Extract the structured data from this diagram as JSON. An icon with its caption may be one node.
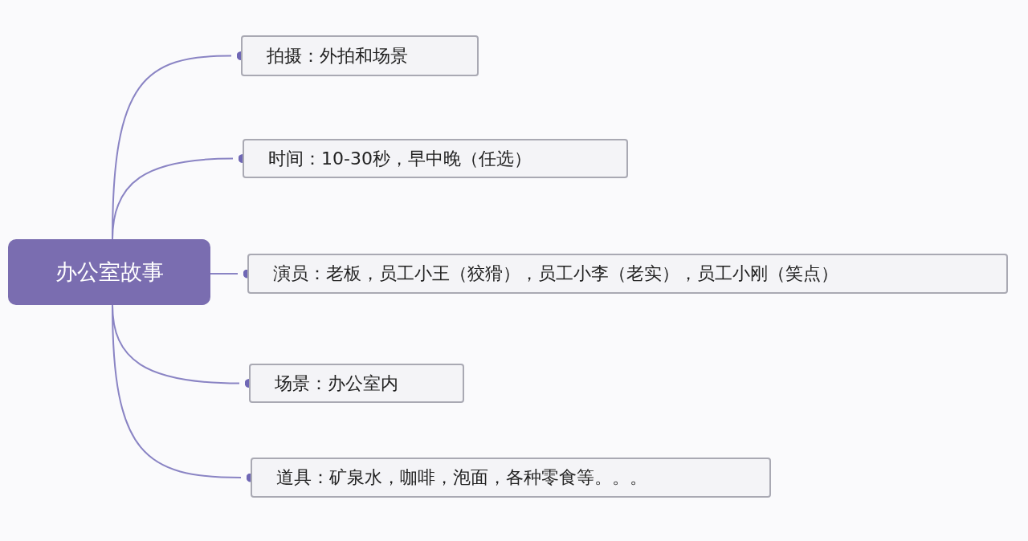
{
  "diagram": {
    "nodes": [
      {
        "text": [
          "办公室故事"
        ]
      },
      {
        "text": [
          "拍摄：外拍和场景"
        ]
      },
      {
        "text": [
          "时间：10-30秒，早中晚（任选）"
        ]
      },
      {
        "text": [
          "演员：老板，员工小王（狡猾），员工小李（老实），员工小刚（笑点）"
        ]
      },
      {
        "text": [
          "场景：办公室内"
        ]
      },
      {
        "text": [
          "道具：矿泉水，咖啡，泡面，各种零食等。。。"
        ]
      }
    ],
    "edges": [
      {
        "from": 0,
        "to": 1,
        "arrow": "other"
      },
      {
        "from": 0,
        "to": 2,
        "arrow": "other"
      },
      {
        "from": 0,
        "to": 3,
        "arrow": "other"
      },
      {
        "from": 0,
        "to": 4,
        "arrow": "other"
      },
      {
        "from": 0,
        "to": 5,
        "arrow": "other"
      }
    ]
  }
}
